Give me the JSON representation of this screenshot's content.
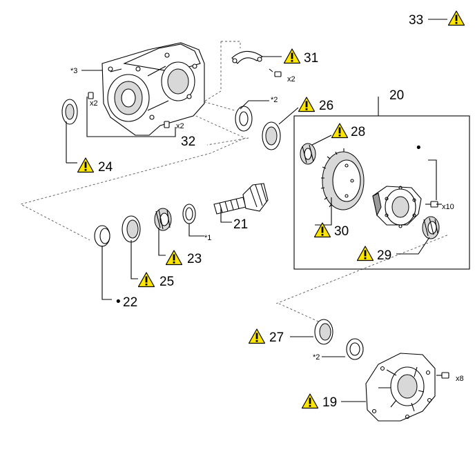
{
  "callouts": {
    "c33": "33",
    "c31": "31",
    "c26": "26",
    "c20": "20",
    "c28": "28",
    "c24": "24",
    "c32": "32",
    "c21": "21",
    "c30": "30",
    "c29": "29",
    "c23": "23",
    "c25": "25",
    "c22": "22",
    "c27": "27",
    "c19": "19"
  },
  "notes": {
    "star3": "*3",
    "star2_top": "*2",
    "star1": "*1",
    "star2_bottom": "*2"
  },
  "quantities": {
    "bolt31": "x2",
    "pin_left": "x2",
    "pin_right": "x2",
    "bolt_ring": "x10",
    "bolt_cover": "x8"
  },
  "marks": {
    "dot": "•"
  },
  "colors": {
    "warning_fill": "#ffe600",
    "line": "#000000"
  },
  "icons": {
    "warning": "warning-triangle-icon"
  }
}
